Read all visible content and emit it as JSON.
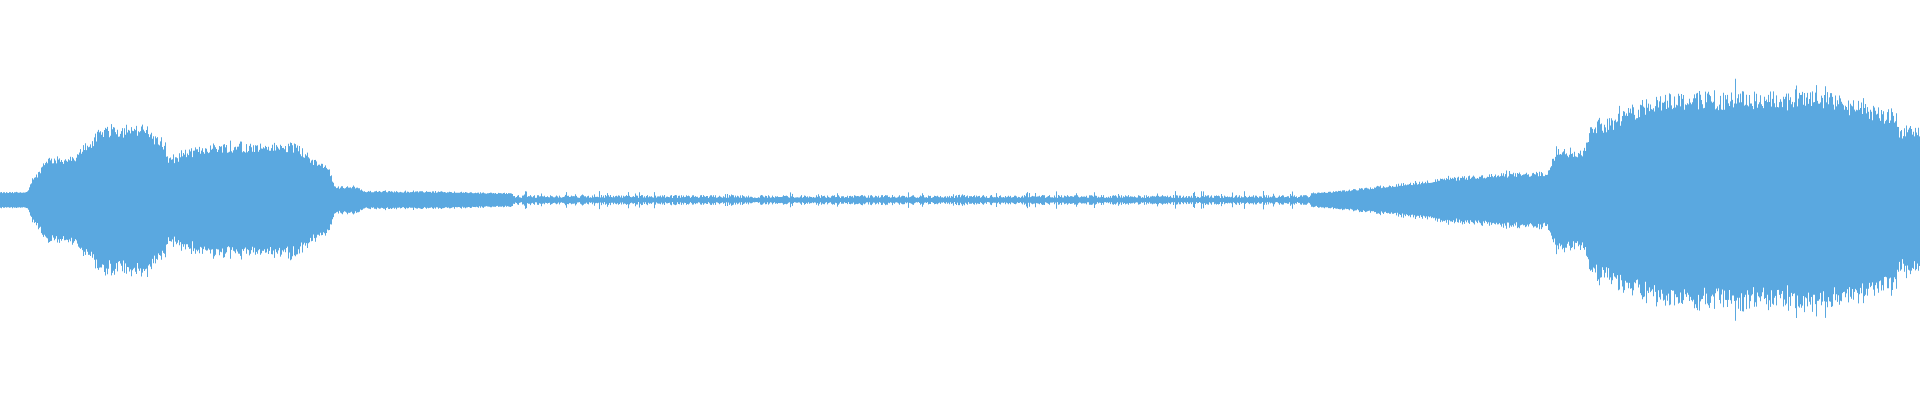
{
  "waveform": {
    "color": "#5aa8e0",
    "segments": [
      {
        "start": 0.0,
        "end": 0.018,
        "level": 0.07
      },
      {
        "start": 0.018,
        "end": 0.045,
        "level": 0.38
      },
      {
        "start": 0.045,
        "end": 0.085,
        "level": 0.66
      },
      {
        "start": 0.085,
        "end": 0.094,
        "level": 0.38
      },
      {
        "start": 0.094,
        "end": 0.17,
        "level": 0.5
      },
      {
        "start": 0.17,
        "end": 0.19,
        "level": 0.12
      },
      {
        "start": 0.19,
        "end": 0.805,
        "level": 0.04
      },
      {
        "start": 0.805,
        "end": 0.83,
        "level": 0.45
      },
      {
        "start": 0.83,
        "end": 0.985,
        "level": 0.95
      },
      {
        "start": 0.985,
        "end": 1.0,
        "level": 0.65
      }
    ]
  }
}
